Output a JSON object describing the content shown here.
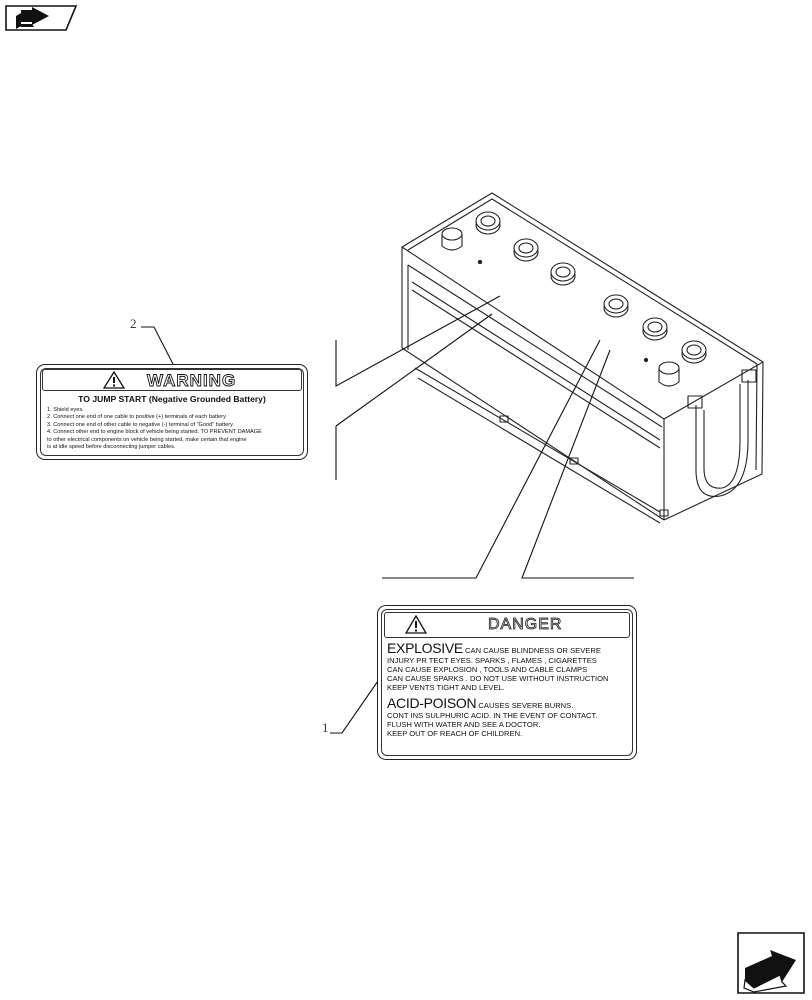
{
  "callouts": {
    "one": "1",
    "two": "2"
  },
  "warning_decal": {
    "title": "WARNING",
    "subtitle": "TO JUMP START  (Negative Grounded Battery)",
    "lines": [
      "1. Shield eyes.",
      "2. Connect one end of one cable to positive (+) terminals of each battery",
      "3. Connect one end of other cable to negative (-) terminal of \"Good\" battery.",
      "4. Connect other end to engine block of vehicle being started. TO PREVENT DAMAGE",
      "to other electrical components on vehicle being started, make certain that engine",
      "is at idle speed before disconnecting jumper cables."
    ]
  },
  "danger_decal": {
    "title": "DANGER",
    "explosive": {
      "headline": "EXPLOSIVE",
      "lead": "CAN CAUSE  BLINDNESS  OR SEVERE",
      "lines": [
        "INJURY  PR  TECT  EYES.  SPARKS , FLAMES ,  CIGARETTES",
        "CAN CAUSE EXPLOSION ,  TOOLS  AND CABLE  CLAMPS",
        "CAN CAUSE SPARKS . DO NOT  USE  WITHOUT  INSTRUCTION",
        "KEEP  VENTS  TIGHT AND  LEVEL."
      ]
    },
    "acid": {
      "headline": "ACID-POISON",
      "lead": "CAUSES SEVERE  BURNS.",
      "lines": [
        "CONT INS  SULPHURIC  ACID.  IN THE  EVENT OF CONTACT.",
        "FLUSH  WITH  WATER  AND  SEE A DOCTOR.",
        "KEEP  OUT  OF  REACH OF  CHILDREN."
      ]
    }
  },
  "icons": {
    "top_left": "catalog-book-arrow-icon",
    "bottom_right": "next-page-arrow-icon"
  }
}
